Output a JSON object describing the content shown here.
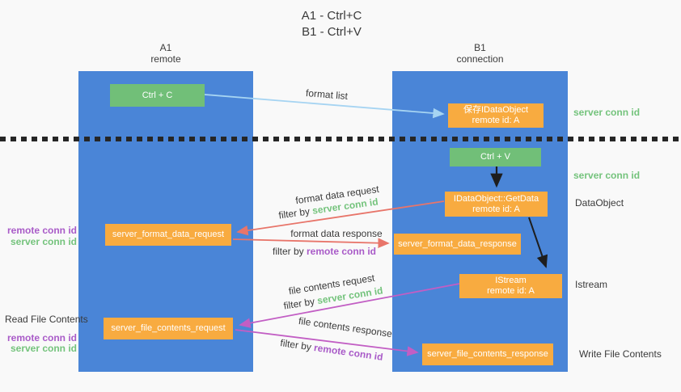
{
  "title": {
    "line1": "A1 - Ctrl+C",
    "line2": "B1 - Ctrl+V"
  },
  "lanes": {
    "left": {
      "name": "A1",
      "subtitle": "remote"
    },
    "right": {
      "name": "B1",
      "subtitle": "connection"
    }
  },
  "nodes": {
    "ctrl_c": {
      "label": "Ctrl + C"
    },
    "save_idataobject": {
      "line1": "保存IDataObject",
      "line2": "remote id: A"
    },
    "ctrl_v": {
      "label": "Ctrl + V"
    },
    "getdata": {
      "line1": "IDataObject::GetData",
      "line2": "remote id: A"
    },
    "format_request": {
      "label": "server_format_data_request"
    },
    "format_response": {
      "label": "server_format_data_response"
    },
    "istream": {
      "line1": "IStream",
      "line2": "remote id: A"
    },
    "file_request": {
      "label": "server_file_contents_request"
    },
    "file_response": {
      "label": "server_file_contents_response"
    }
  },
  "edge_labels": {
    "format_list": "format list",
    "format_data_request": "format data request",
    "filter_server_1": {
      "prefix": "filter by ",
      "keyword": "server conn id"
    },
    "format_data_response": "format data response",
    "filter_remote_1": {
      "prefix": "filter by ",
      "keyword": "remote conn id"
    },
    "file_contents_request": "file contents request",
    "filter_server_2": {
      "prefix": "filter by ",
      "keyword": "server conn id"
    },
    "file_contents_response": "file contents response",
    "filter_remote_2": {
      "prefix": "filter by ",
      "keyword": "remote conn id"
    }
  },
  "side_labels": {
    "right_server_conn_1": "server conn id",
    "right_server_conn_2": "server conn id",
    "dataobject": "DataObject",
    "istream": "Istream",
    "write_file_contents": "Write File Contents",
    "left_remote_conn_1": "remote conn id",
    "left_server_conn_1": "server conn id",
    "read_file_contents": "Read File Contents",
    "left_remote_conn_2": "remote conn id",
    "left_server_conn_2": "server conn id"
  },
  "colors": {
    "lane_blue": "#4a85d7",
    "node_green": "#71bf78",
    "node_orange": "#f8ab40",
    "text_dark": "#3a3a3a",
    "server_conn_green": "#74c37c",
    "remote_conn_purple": "#a95bc8",
    "arrow_salmon": "#e8756a",
    "arrow_magenta": "#c25ec4",
    "arrow_lightblue": "#a6d4f2",
    "arrow_black": "#1e1e1e"
  }
}
